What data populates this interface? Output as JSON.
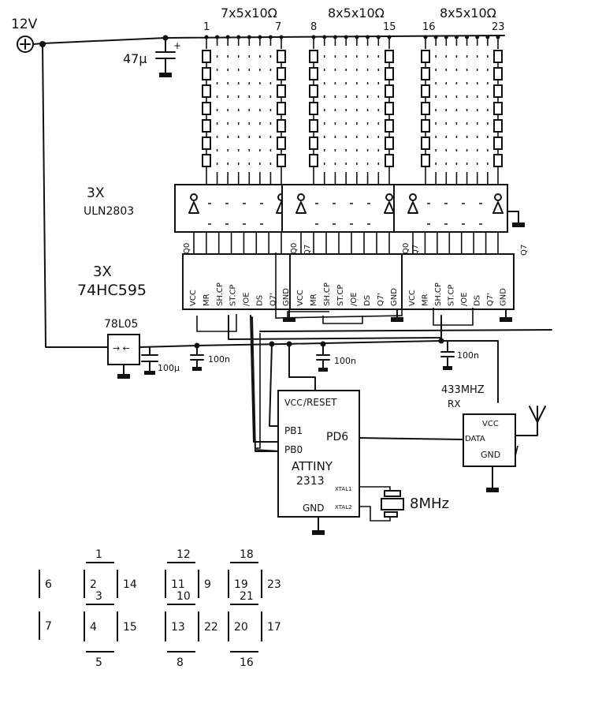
{
  "supply": {
    "label": "12V",
    "terminal": "+"
  },
  "bulk_cap": {
    "value": "47µ",
    "polarity": "+"
  },
  "led_groups": [
    {
      "label": "7x5x10Ω",
      "first_pin": "1",
      "last_pin": "7"
    },
    {
      "label": "8x5x10Ω",
      "first_pin": "8",
      "last_pin": "15"
    },
    {
      "label": "8x5x10Ω",
      "first_pin": "16",
      "last_pin": "23"
    }
  ],
  "drivers": {
    "count": "3X",
    "part": "ULN2803"
  },
  "shift_registers": {
    "count": "3X",
    "part": "74HC595",
    "output_labels": {
      "first": "Q0",
      "last": "Q7"
    },
    "pins": [
      "VCC",
      "MR",
      "SH.CP",
      "ST.CP",
      "/OE",
      "DS",
      "Q7'",
      "GND"
    ]
  },
  "regulator": {
    "part": "78L05"
  },
  "caps": {
    "reg_out": "100µ",
    "decoupling": [
      "100n",
      "100n",
      "100n"
    ]
  },
  "mcu": {
    "part_line1": "ATTINY",
    "part_line2": "2313",
    "pins": {
      "vcc": "VCC",
      "reset": "/RESET",
      "pb1": "PB1",
      "pb0": "PB0",
      "pd6": "PD6",
      "gnd": "GND",
      "xtal1": "XTAL1",
      "xtal2": "XTAL2"
    }
  },
  "crystal": {
    "value": "8MHz"
  },
  "receiver": {
    "title_line1": "433MHZ",
    "title_line2": "RX",
    "pins": {
      "vcc": "VCC",
      "data": "DATA",
      "gnd": "GND"
    }
  },
  "segment_map": {
    "digit1": {
      "b": "6",
      "c": "7"
    },
    "digit2": {
      "a": "1",
      "f": "2",
      "g": "3",
      "b": "14",
      "e": "4",
      "c": "15",
      "d": "5"
    },
    "digit3": {
      "a": "12",
      "f": "11",
      "g": "10",
      "b": "9",
      "e": "13",
      "c": "22",
      "d": "8"
    },
    "digit4": {
      "a": "18",
      "f": "19",
      "g": "21",
      "b": "23",
      "e": "20",
      "c": "17",
      "d": "16"
    }
  }
}
